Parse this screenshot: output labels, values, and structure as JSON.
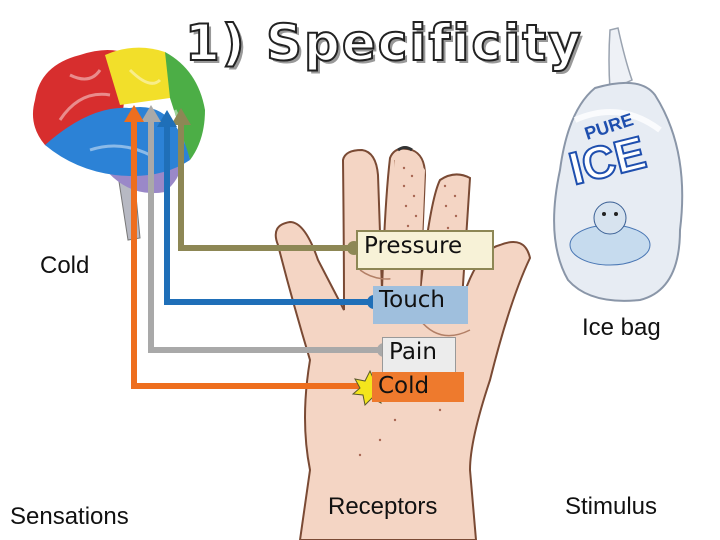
{
  "title": "1) Specificity",
  "labels": {
    "cold_sensation": "Cold",
    "ice_bag": "Ice bag",
    "sensations": "Sensations",
    "receptors": "Receptors",
    "stimulus": "Stimulus"
  },
  "receptors": [
    {
      "label": "Pressure",
      "color": "#8d8755"
    },
    {
      "label": "Touch",
      "color": "#1f6fb8"
    },
    {
      "label": "Pain",
      "color": "#a9a9a9"
    },
    {
      "label": "Cold",
      "color": "#ee6e1e"
    }
  ],
  "ice_bag_print": {
    "brand_top": "PURE",
    "brand_main": "ICE"
  },
  "colors": {
    "pressure": "#8d8755",
    "touch": "#1f6fb8",
    "pain": "#a9a9a9",
    "cold": "#ee6e1e",
    "cold_marker": "#f4e51c"
  }
}
